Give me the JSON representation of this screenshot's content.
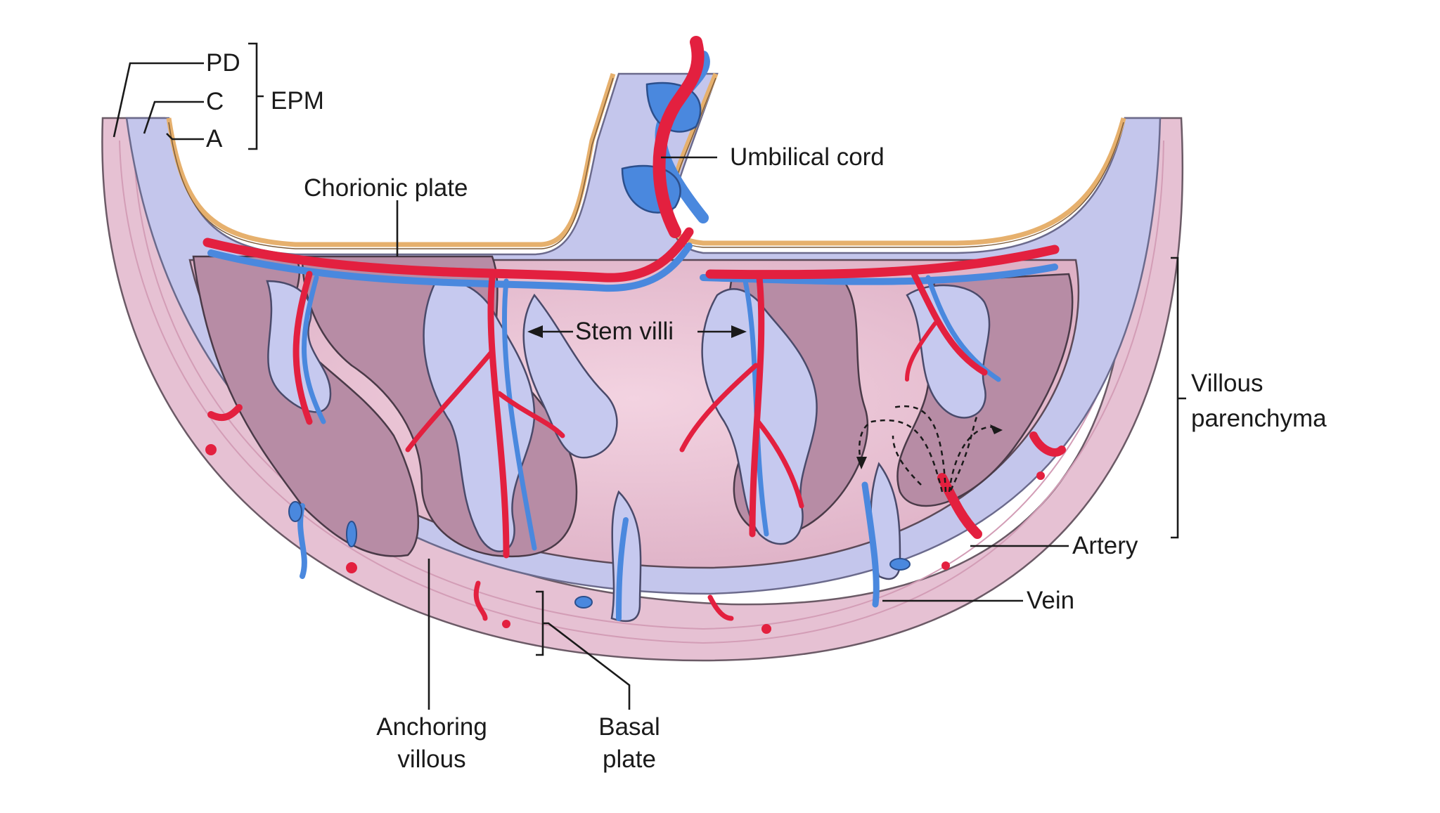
{
  "labels": {
    "pd": "PD",
    "c": "C",
    "a": "A",
    "epm": "EPM",
    "chorionic_plate": "Chorionic plate",
    "umbilical_cord": "Umbilical cord",
    "stem_villi": "Stem villi",
    "villous_line1": "Villous",
    "villous_line2": "parenchyma",
    "artery": "Artery",
    "vein": "Vein",
    "anchoring_line1": "Anchoring",
    "anchoring_line2": "villous",
    "basal_line1": "Basal",
    "basal_line2": "plate"
  },
  "colors": {
    "decidua": "#e8c4d6",
    "chorion": "#c4c6ec",
    "amnion_edge": "#e7b574",
    "intervillous": "#e9c3d4",
    "villus_tissue": "#b88da6",
    "villus_membrane": "#c5c8ee",
    "artery": "#e3203f",
    "vein": "#4a88de",
    "line": "#1a1a1a"
  }
}
